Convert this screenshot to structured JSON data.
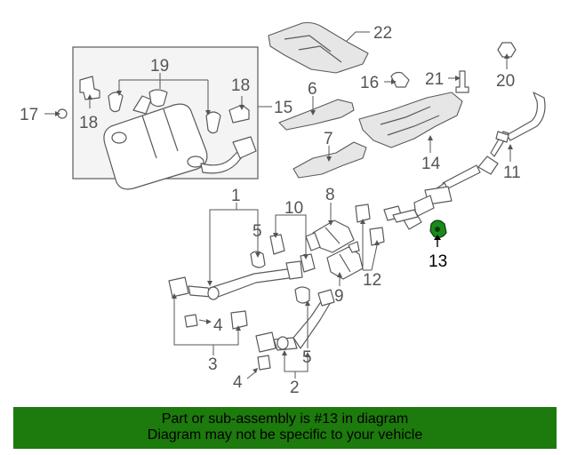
{
  "diagram": {
    "labels": {
      "p1": "1",
      "p2": "2",
      "p3": "3",
      "p4a": "4",
      "p4b": "4",
      "p5a": "5",
      "p5b": "5",
      "p6": "6",
      "p7": "7",
      "p8": "8",
      "p9": "9",
      "p10": "10",
      "p11": "11",
      "p12": "12",
      "p13": "13",
      "p14": "14",
      "p15": "15",
      "p16": "16",
      "p17": "17",
      "p18a": "18",
      "p18b": "18",
      "p19": "19",
      "p20": "20",
      "p21": "21",
      "p22": "22"
    },
    "highlight_part": "13",
    "colors": {
      "highlight_part": "#1a8a1a",
      "line": "#5a5a5a",
      "label": "#555555",
      "banner": "#1d7a0c"
    }
  },
  "banner": {
    "line1": "Part or sub-assembly is #13 in diagram",
    "line2": "Diagram may not be specific to your vehicle"
  }
}
